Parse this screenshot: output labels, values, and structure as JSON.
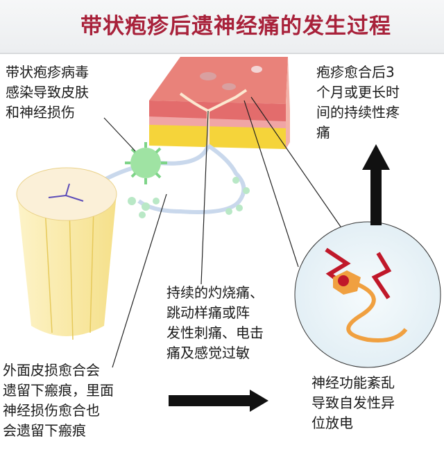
{
  "title": "带状疱疹后遗神经痛的发生过程",
  "labels": {
    "infection": [
      "带状疱疹病毒",
      "感染导致皮肤",
      "和神经损伤"
    ],
    "persistent_pain": [
      "疱疹愈合后3",
      "个月或更长时",
      "间的持续性疼",
      "痛"
    ],
    "pain_types": [
      "持续的灼烧痛、",
      "跳动样痛或阵",
      "发性刺痛、电击",
      "痛及感觉过敏"
    ],
    "scarring": [
      "外面皮损愈合会",
      "遗留下瘢痕，里面",
      "神经损伤愈合也",
      "会遗留下瘢痕"
    ],
    "discharge": [
      "神经功能紊乱",
      "导致自发性异",
      "位放电"
    ]
  },
  "icons": [
    "skin-block-illustration",
    "spinal-cord-illustration",
    "virus-icon",
    "nerve-cell-lightning-icon",
    "arrow-up-icon",
    "arrow-right-icon"
  ],
  "colors": {
    "title": "#a8213a",
    "skin": "#e9827a",
    "fat": "#f5d43a",
    "virus": "#9fe3a3",
    "nerve": "#f0a040",
    "lightning": "#c0182a"
  }
}
